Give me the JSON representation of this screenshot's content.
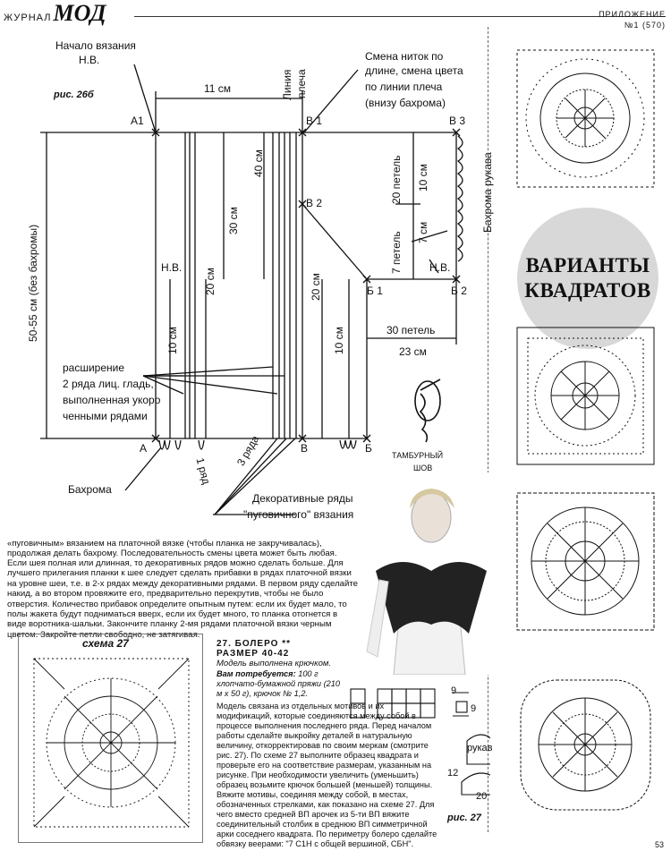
{
  "header": {
    "magazine_prefix": "ЖУРНАЛ",
    "magazine_brand": "МОД",
    "supplement": "ПРИЛОЖЕНИЕ",
    "issue": "№1 (570)"
  },
  "diagram": {
    "labels": {
      "start": "Начало вязания",
      "start_abbr": "Н.В.",
      "fig": "рис. 26б",
      "shoulder_line": "Линия",
      "shoulder_line2": "плеча",
      "yarn_change": "Смена ниток по",
      "yarn_change2": "длине, смена цвета",
      "yarn_change3": "по линии плеча",
      "yarn_change4": "(внизу бахрома)",
      "dim_11": "11 см",
      "a1": "A1",
      "b1": "В 1",
      "b3": "В 3",
      "b2": "В 2",
      "sleeve_fringe": "Бахрома рукава",
      "loops20": "20 петель",
      "cm10_a": "10 см",
      "loops7": "7 петель",
      "cm7": "7 см",
      "nv_right": "Н.В.",
      "b1b": "Б 1",
      "b2b": "Б 2",
      "loops30": "30 петель",
      "cm23": "23 см",
      "height": "50-55 см (без бахромы)",
      "nv_left": "Н.В.",
      "cm30": "30 см",
      "cm40": "40 см",
      "cm20_a": "20 см",
      "cm20_b": "20 см",
      "cm10_b": "10 см",
      "cm10_c": "10 см",
      "expand1": "расширение",
      "expand2": "2 ряда лиц. гладь,",
      "expand3": "выполненная укоро",
      "expand4": "ченными рядами",
      "a": "А",
      "v": "В",
      "b": "Б",
      "row1": "1 ряд",
      "row3": "3 ряда",
      "fringe": "Бахрома",
      "decor1": "Декоративные ряды",
      "decor2": "\"пуговичного\" вязания",
      "tambour1": "ТАМБУРНЫЙ",
      "tambour2": "ШОВ"
    }
  },
  "title_circle": {
    "line1": "ВАРИАНТЫ",
    "line2": "КВАДРАТОВ"
  },
  "intro_text": "«пуговичным» вязанием на платочной вязке (чтобы планка не закручивалась), продолжая делать бахрому. Последовательность смены цвета может быть любая.",
  "main_text": "Если шея полная или длинная, то декоративных рядов можно сделать больше. Для лучшего прилегания планки к шее следует сделать прибавки в рядах платочной вязки на уровне шеи, т.е. в 2-х рядах между декоративными рядами. В первом ряду сделайте накид, а во втором провяжите его, предварительно перекрутив, чтобы не было отверстия. Количество прибавок определите опытным путем: если их будет мало, то полы жакета будут подниматься вверх, если их будет много, то планка отогнется в виде воротника-шальки. Закончите планку 2-мя рядами платочной вязки черным цветом. Закройте петли свободно, не затягивая.",
  "scheme": {
    "title": "схема 27"
  },
  "pattern": {
    "heading": "27. БОЛЕРО",
    "stars": "**",
    "size": "РАЗМЕР 40-42",
    "made": "Модель выполнена крючком.",
    "need_label": "Вам потребуется:",
    "need_text": "100 г хлопчато-бумажной пряжи (210 м х 50 г), крючок № 1,2.",
    "desc1": "Модель связана из отдельных мотивов и их модификаций, которые соединяются между собой в процессе выполнения последнего ряда. Перед началом работы сделайте выкройку деталей в натуральную величину, откорректировав по своим меркам (смотрите рис. 27). По схеме 27 выполните образец квадрата и проверьте его на соответствие размерам, указанным на рисунке. При необходимости увеличить (уменьшить) образец возьмите крючок большей (меньшей) толщины. Вяжите мотивы, соединяя между собой, в местах, обозначенных стрелками, как показано на схеме 27. Для чего вместо средней ВП арочек из 5-ти ВП вяжите соединительный столбик в среднюю ВП симметричной арки соседнего квадрата. По периметру болеро сделайте обвязку веерами: \"7 С1Н с общей вершиной, СБН\"."
  },
  "fig27": {
    "nine_a": "9",
    "nine_b": "9",
    "sleeve": "рукав",
    "twelve": "12",
    "twenty": "20",
    "caption": "рис. 27"
  },
  "page_number": "53"
}
